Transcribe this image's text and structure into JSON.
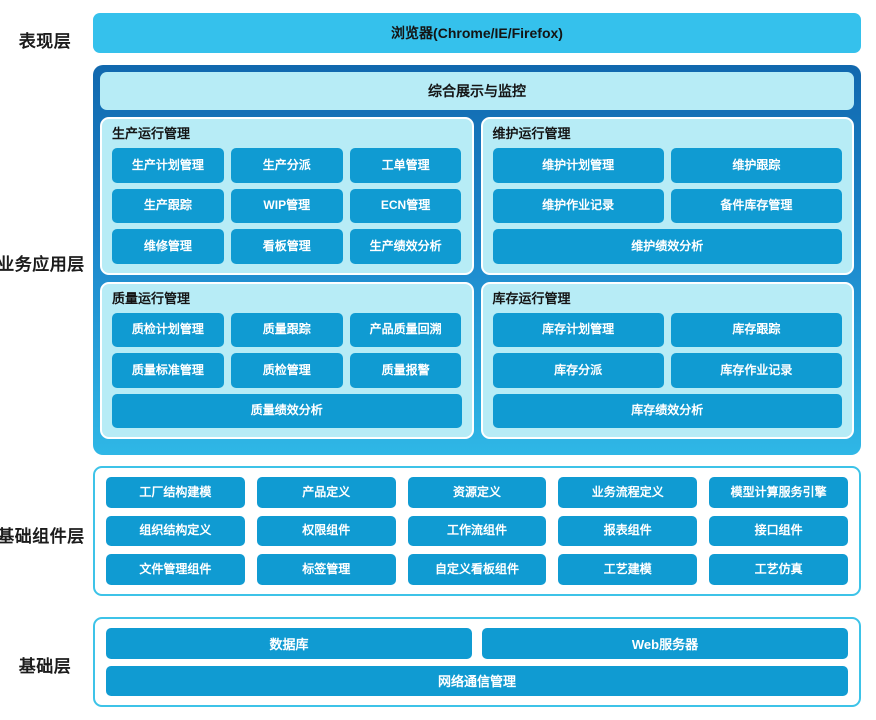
{
  "layers": {
    "presentation": {
      "label": "表现层",
      "bar": "浏览器(Chrome/IE/Firefox)"
    },
    "business": {
      "label": "业务应用层",
      "overview": "综合展示与监控",
      "panels": [
        {
          "title": "生产运行管理",
          "rows": [
            [
              "生产计划管理",
              "生产分派",
              "工单管理"
            ],
            [
              "生产跟踪",
              "WIP管理",
              "ECN管理"
            ],
            [
              "维修管理",
              "看板管理",
              "生产绩效分析"
            ]
          ]
        },
        {
          "title": "维护运行管理",
          "rows": [
            [
              "维护计划管理",
              "维护跟踪"
            ],
            [
              "维护作业记录",
              "备件库存管理"
            ],
            [
              "维护绩效分析"
            ]
          ]
        },
        {
          "title": "质量运行管理",
          "rows": [
            [
              "质检计划管理",
              "质量跟踪",
              "产品质量回溯"
            ],
            [
              "质量标准管理",
              "质检管理",
              "质量报警"
            ],
            [
              "质量绩效分析"
            ]
          ]
        },
        {
          "title": "库存运行管理",
          "rows": [
            [
              "库存计划管理",
              "库存跟踪"
            ],
            [
              "库存分派",
              "库存作业记录"
            ],
            [
              "库存绩效分析"
            ]
          ]
        }
      ]
    },
    "components": {
      "label": "基础组件层",
      "rows": [
        [
          "工厂结构建模",
          "产品定义",
          "资源定义",
          "业务流程定义",
          "模型计算服务引擎"
        ],
        [
          "组织结构定义",
          "权限组件",
          "工作流组件",
          "报表组件",
          "接口组件"
        ],
        [
          "文件管理组件",
          "标签管理",
          "自定义看板组件",
          "工艺建模",
          "工艺仿真"
        ]
      ]
    },
    "infrastructure": {
      "label": "基础层",
      "rows": [
        [
          "数据库",
          "Web服务器"
        ],
        [
          "网络通信管理"
        ]
      ]
    }
  },
  "colors": {
    "chip_blue": "#109bd2",
    "panel_cyan": "#b7ecf6",
    "browser_cyan": "#35c1ec",
    "border_cyan": "#3dc3e8",
    "gradient_top": "#1168ae",
    "gradient_bottom": "#2fb7e6"
  }
}
